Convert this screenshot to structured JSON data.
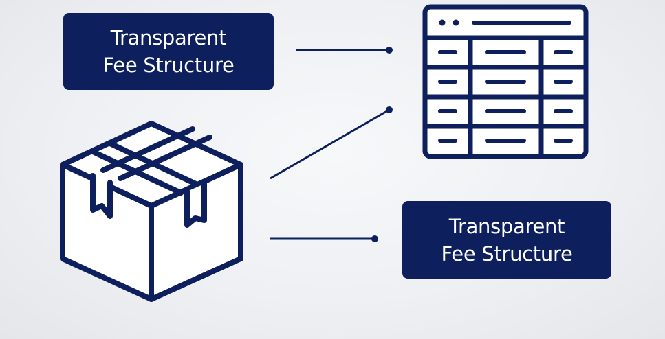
{
  "labels": {
    "top": {
      "line1": "Transparent",
      "line2": "Fee Structure"
    },
    "bottom": {
      "line1": "Transparent",
      "line2": "Fee Structure"
    }
  },
  "icons": {
    "package": "package-box-icon",
    "table": "spreadsheet-table-icon"
  },
  "colors": {
    "navy": "#0d1f5c",
    "background": "#eef0f3",
    "icon_fill": "#ffffff"
  }
}
